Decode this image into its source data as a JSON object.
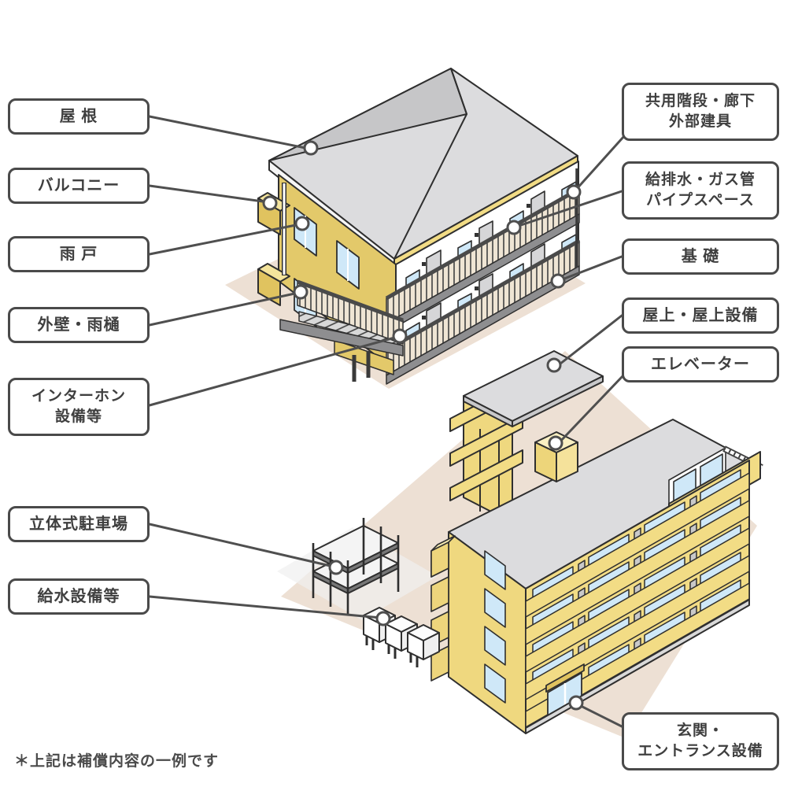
{
  "diagram_title": "building-coverage-diagram",
  "labels": {
    "roof": "屋 根",
    "balcony": "バルコニー",
    "storm_shutter": "雨 戸",
    "exterior_wall_gutter": "外壁・雨樋",
    "intercom_line1": "インターホン",
    "intercom_line2": "設備等",
    "parking": "立体式駐車場",
    "water_supply": "給水設備等",
    "common_stairs_line1": "共用階段・廊下",
    "common_stairs_line2": "外部建具",
    "plumbing_line1": "給排水・ガス管",
    "plumbing_line2": "パイプスペース",
    "foundation": "基 礎",
    "rooftop": "屋上・屋上設備",
    "elevator": "エレベーター",
    "entrance_line1": "玄関・",
    "entrance_line2": "エントランス設備"
  },
  "note": "＊上記は補償内容の一例です",
  "colors": {
    "outline": "#2f2f2f",
    "callout_line": "#4f4f4f",
    "label_border": "#4a4a4a",
    "label_text": "#3f3f3f",
    "roof_gray": "#DCDCDE",
    "roof_gray_dark": "#C6C6C8",
    "wall_yellow_light": "#F2DC85",
    "wall_yellow_mustard": "#E3C96A",
    "window_blue": "#CFE8F8",
    "railing_beige": "#EFE5D4",
    "ground_beige": "#EDE0D4",
    "white": "#FFFFFF"
  }
}
